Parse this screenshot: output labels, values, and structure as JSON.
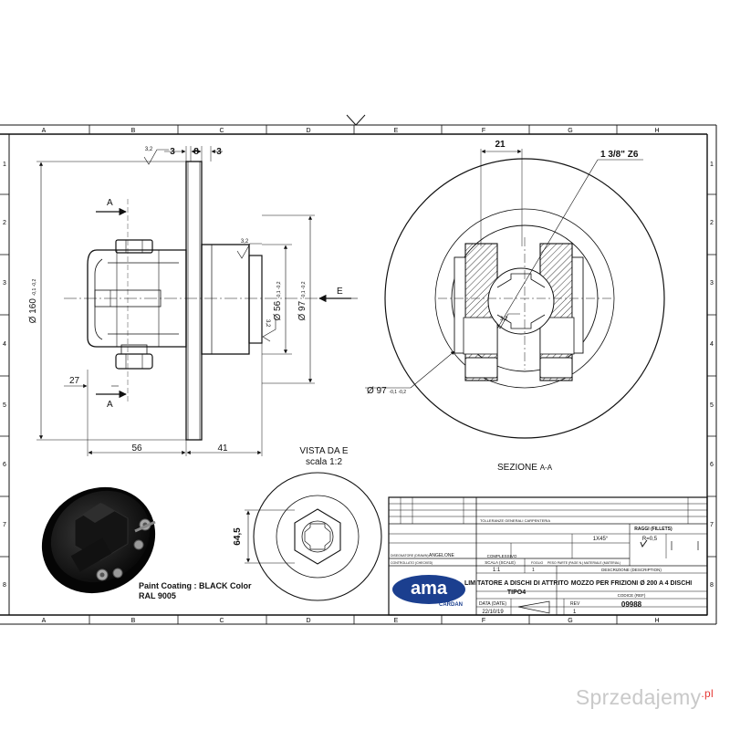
{
  "grid": {
    "columns": [
      "A",
      "B",
      "C",
      "D",
      "E",
      "F",
      "G",
      "H"
    ],
    "rows": [
      "1",
      "2",
      "3",
      "4",
      "5",
      "6",
      "7",
      "8"
    ]
  },
  "front_view": {
    "dims_top": [
      "3",
      "8",
      "3"
    ],
    "roughness": "3,2",
    "section_mark": "A",
    "dia_outer": "Ø 160",
    "dia_outer_tol": "-0,1 -0,2",
    "dia_hub": "Ø 56",
    "dia_hub_tol": "-0,1 -0,2",
    "dia_pilot": "Ø 97",
    "dia_pilot_tol": "-0,1 -0,2",
    "view_arrow": "E",
    "dim_offset": "27",
    "dim_left": "56",
    "dim_right": "41"
  },
  "section_view": {
    "dim_width": "21",
    "spline": "1 3/8\" Z6",
    "dia_pilot": "Ø 97",
    "dia_pilot_tol": "-0,1 -0,2",
    "title": "SEZIONE",
    "title_ref": "A-A"
  },
  "view_e": {
    "title": "VISTA DA E",
    "scale": "scala 1:2",
    "dim_hex": "64,5"
  },
  "render": {
    "note_line1": "Paint Coating : BLACK Color",
    "note_line2": "RAL 9005"
  },
  "title_block": {
    "logo_main": "ama",
    "logo_sub": "CARDAN",
    "tolerances_label": "TOLLERANZE GENERALI CARPENTERIA",
    "fillet_label": "RAGGI (FILLETS)",
    "fillet_value": "R=0,5",
    "chamfer_value": "1X45°",
    "designer_label": "DISEGNATORE (DRAWN)",
    "designer_value": "ANGELONE",
    "checker_label": "CONTROLLATO (CHECKED)",
    "assembly_label": "COMPLESSIVO",
    "scale_label": "SCALA (SCALE)",
    "scale_value": "1:1",
    "sheet_label": "FOGLIO",
    "sheet_value": "1",
    "weight_label": "PESO PARTE (PAGE N.)",
    "material_label": "MATERIALE (MATERIAL)",
    "title_line1": "LIMITATORE A DISCHI DI ATTRITO",
    "title_line2": "TIPO4",
    "desc_label": "DESCRIZIONE (DESCRIPTION)",
    "desc_value": "MOZZO PER FRIZIONI Ø 200 A 4 DISCHI",
    "code_label": "CODICE (REF)",
    "code_value": "09988",
    "date_label": "DATA (DATE)",
    "date_value": "22/10/19",
    "rev_label": "REV",
    "rev_value": "1"
  },
  "watermark": {
    "text": "Sprzedajemy",
    "suffix": ".pl"
  }
}
